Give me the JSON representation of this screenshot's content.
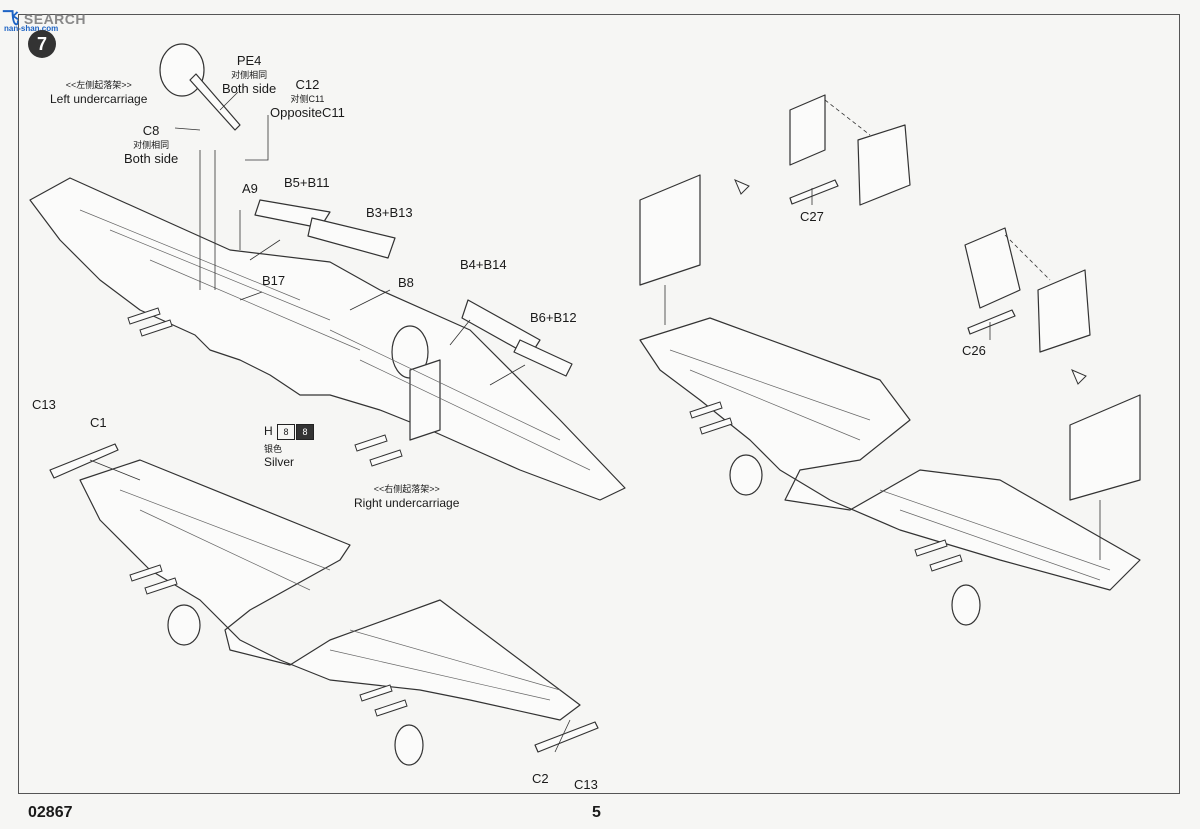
{
  "watermark": {
    "part_a": "飞",
    "part_b": "SEARCH",
    "sub": "nan-shan.com"
  },
  "step_number": "7",
  "document": {
    "kit_number": "02867",
    "page_number": "5"
  },
  "parts": {
    "left_undercarriage": {
      "cn": "<<左侧起落架>>",
      "en": "Left undercarriage"
    },
    "right_undercarriage": {
      "cn": "<<右侧起落架>>",
      "en": "Right undercarriage"
    },
    "pe4": {
      "id": "PE4",
      "cn": "对侧相同",
      "en": "Both side"
    },
    "c12": {
      "id": "C12",
      "cn": "对侧C11",
      "en": "OppositeC11"
    },
    "c8": {
      "id": "C8",
      "cn": "对侧相同",
      "en": "Both side"
    },
    "a9": "A9",
    "b5b11": "B5+B11",
    "b3b13": "B3+B13",
    "b17": "B17",
    "b8": "B8",
    "b4b14": "B4+B14",
    "b6b12": "B6+B12",
    "c13_left": "C13",
    "c1": "C1",
    "c2": "C2",
    "c13_right": "C13",
    "c27": "C27",
    "c26": "C26"
  },
  "paint_callout": {
    "letter": "H",
    "chip1": "8",
    "chip2": "8",
    "cn": "银色",
    "en": "Silver"
  }
}
